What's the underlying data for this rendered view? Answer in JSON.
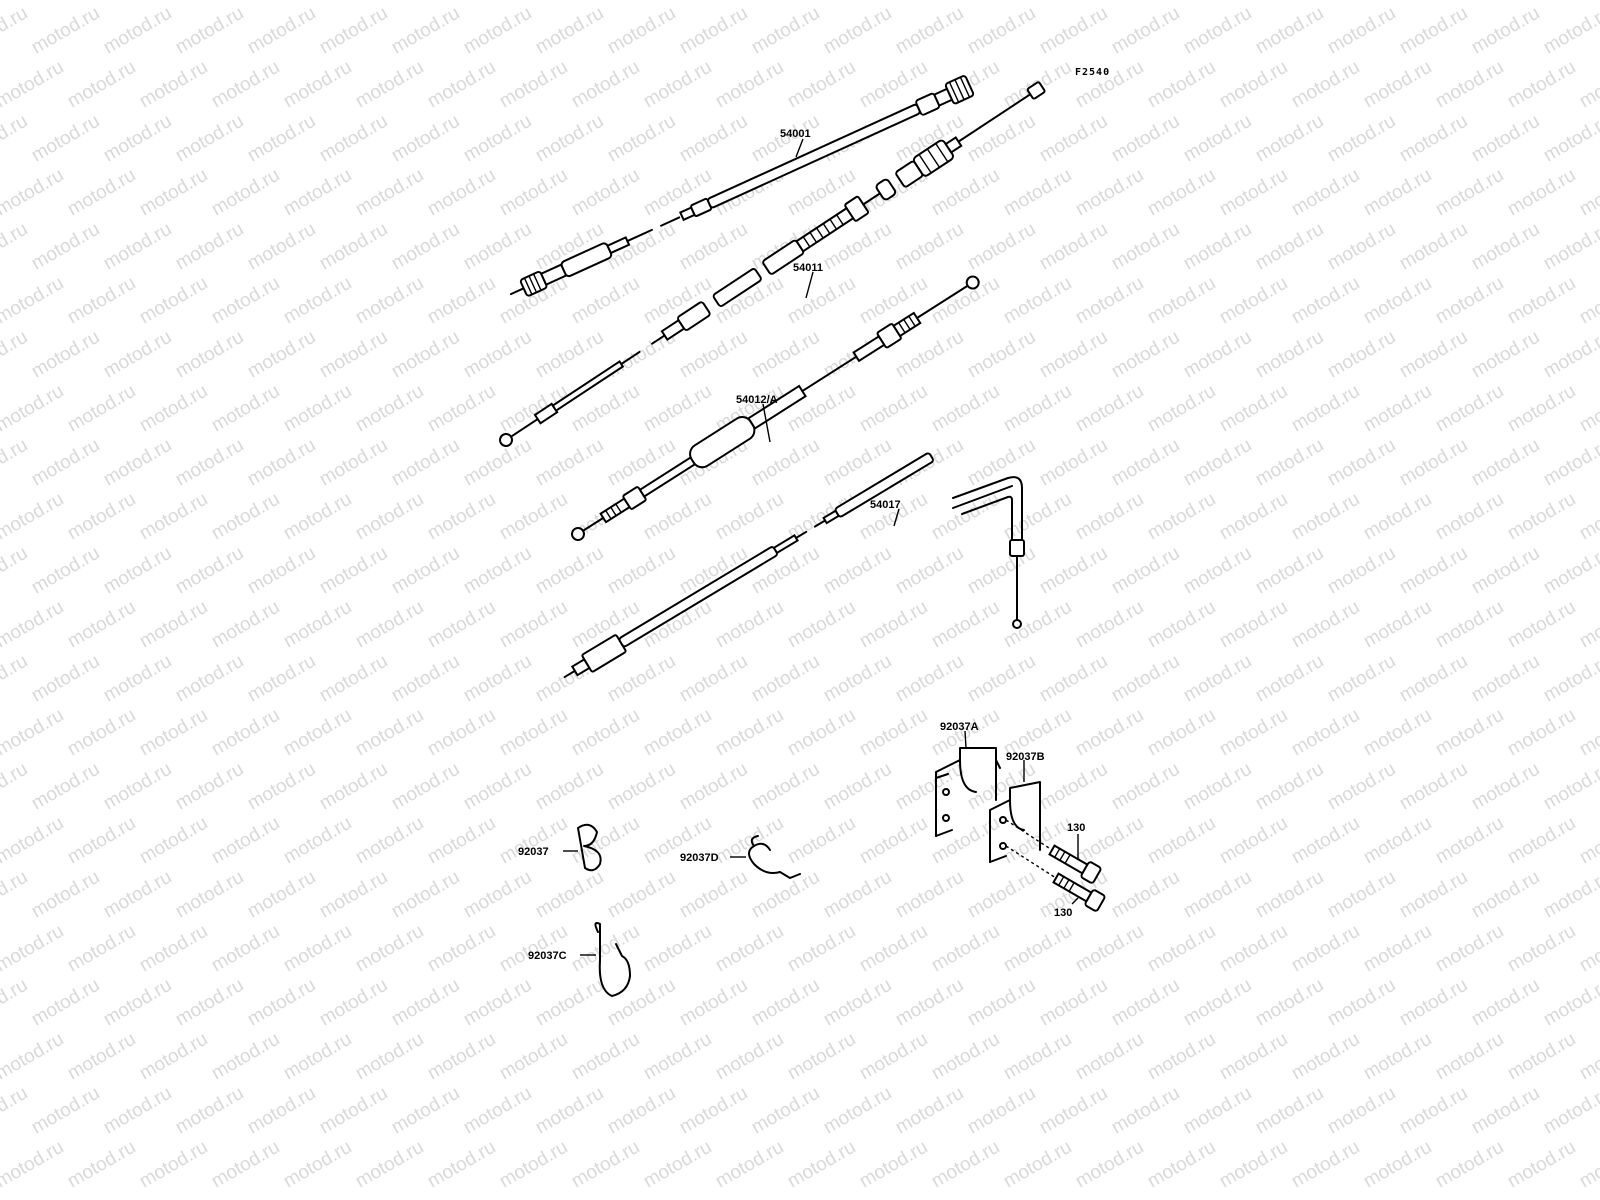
{
  "diagram_code": "F2540",
  "watermark_text": "motod.ru",
  "parts": {
    "speedometer_cable": "54001",
    "throttle_cable": "54011",
    "clutch_cable": "54012/A",
    "choke_cable": "54017",
    "clamp_a": "92037A",
    "clamp_b": "92037B",
    "clamp": "92037",
    "clamp_c": "92037C",
    "clamp_d": "92037D",
    "bolt_upper": "130",
    "bolt_lower": "130"
  }
}
